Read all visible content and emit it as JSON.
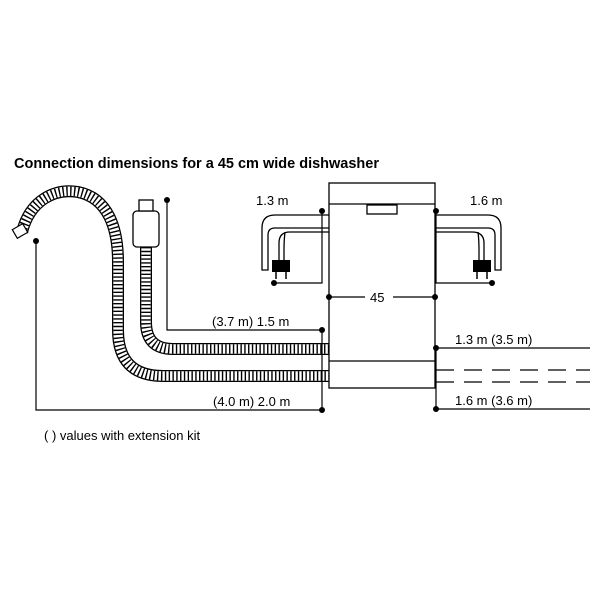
{
  "title": "Connection dimensions for a 45 cm wide dishwasher",
  "labels": {
    "left_plug": "1.3 m",
    "right_plug": "1.6 m",
    "width": "45",
    "drain_hose": "(3.7 m) 1.5 m",
    "supply_hose": "(4.0 m) 2.0 m",
    "right_upper": "1.3 m (3.5 m)",
    "right_lower": "1.6 m (3.6 m)"
  },
  "note": "( ) values with extension kit",
  "colors": {
    "line": "#000000",
    "background": "#ffffff"
  }
}
